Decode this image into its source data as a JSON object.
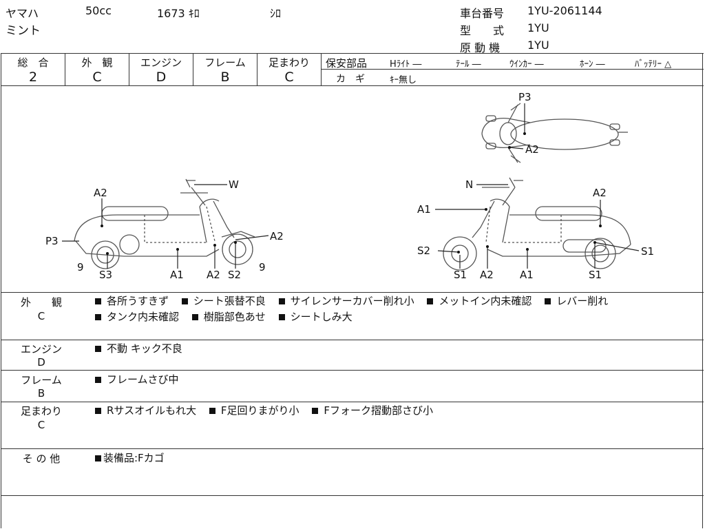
{
  "header": {
    "maker": "ヤマハ",
    "displacement": "50cc",
    "mileage": "1673 ｷﾛ",
    "color": "ｼﾛ",
    "model_name": "ミント",
    "frame_no_label": "車台番号",
    "frame_no": "1YU-2061144",
    "type_label": "型　　式",
    "type_value": "1YU",
    "engine_label": "原 動 機",
    "engine_value": "1YU"
  },
  "grades": {
    "overall": {
      "label": "総　合",
      "value": "2"
    },
    "exterior": {
      "label": "外　観",
      "value": "C"
    },
    "engine": {
      "label": "エンジン",
      "value": "D"
    },
    "frame": {
      "label": "フレーム",
      "value": "B"
    },
    "suspension": {
      "label": "足まわり",
      "value": "C"
    }
  },
  "safety": {
    "label": "保安部品",
    "items": [
      {
        "name": "Hﾗｲﾄ",
        "status": "―"
      },
      {
        "name": "ﾃｰﾙ",
        "status": "―"
      },
      {
        "name": "ｳｲﾝｶｰ",
        "status": "―"
      },
      {
        "name": "ﾎｰﾝ",
        "status": "―"
      },
      {
        "name": "ﾊﾞｯﾃﾘｰ",
        "status": "△"
      }
    ],
    "key_label": "カ　ギ",
    "key_value": "ｷｰ無し"
  },
  "diagram": {
    "left": {
      "W": "W",
      "A2_top": "A2",
      "P3": "P3",
      "A2_front": "A2",
      "rear_num": "9",
      "front_num": "9",
      "S3": "S3",
      "A1": "A1",
      "A2_bottom": "A2",
      "S2": "S2"
    },
    "top": {
      "P3": "P3",
      "A2": "A2"
    },
    "right": {
      "N": "N",
      "A1": "A1",
      "A2": "A2",
      "S2": "S2",
      "S1_right": "S1",
      "S1_bottom_left": "S1",
      "A2_bottom": "A2",
      "A1_bottom": "A1",
      "S1_bottom_right": "S1"
    }
  },
  "sections": {
    "exterior": {
      "label": "外　　観",
      "grade": "C",
      "lines": [
        [
          "各所うすきず",
          "シート張替不良",
          "サイレンサーカバー削れ小",
          "メットイン内未確認",
          "レバー削れ"
        ],
        [
          "タンク内未確認",
          "樹脂部色あせ",
          "シートしみ大"
        ]
      ]
    },
    "engine": {
      "label": "エンジン",
      "grade": "D",
      "items": [
        "不動 キック不良"
      ]
    },
    "frame": {
      "label": "フレーム",
      "grade": "B",
      "items": [
        "フレームさび中"
      ]
    },
    "suspension": {
      "label": "足まわり",
      "grade": "C",
      "items": [
        "Rサスオイルもれ大",
        "F足回りまがり小",
        "Fフォーク摺動部さび小"
      ]
    },
    "other": {
      "label": "そ の 他",
      "items": [
        "装備品:Fカゴ"
      ]
    }
  }
}
